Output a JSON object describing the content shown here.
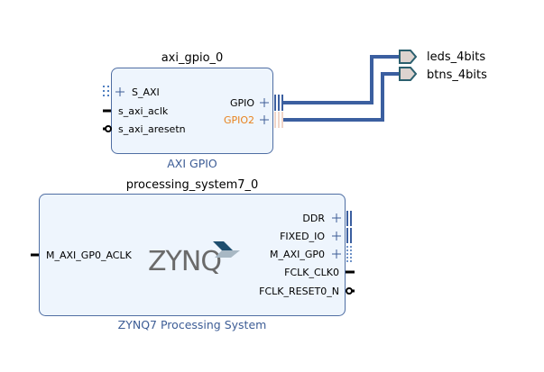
{
  "colors": {
    "block_fill": "#eef5fd",
    "block_border": "#4f6ea3",
    "wire": "#3b5fa0",
    "ip_type_text": "#3d5d96",
    "gpio2_text": "#e8821e",
    "port_fill": "#ddd3cf",
    "port_border": "#2b5f6e"
  },
  "axi_gpio": {
    "instance_name": "axi_gpio_0",
    "ip_type": "AXI GPIO",
    "left_pins": [
      {
        "label": "S_AXI",
        "kind": "interface-slave"
      },
      {
        "label": "s_axi_aclk",
        "kind": "clock"
      },
      {
        "label": "s_axi_aresetn",
        "kind": "reset-active-low"
      }
    ],
    "right_pins": [
      {
        "label": "GPIO",
        "kind": "interface"
      },
      {
        "label": "GPIO2",
        "kind": "interface"
      }
    ]
  },
  "ps7": {
    "instance_name": "processing_system7_0",
    "ip_type": "ZYNQ7 Processing System",
    "logo_text": "ZYNQ",
    "left_pins": [
      {
        "label": "M_AXI_GP0_ACLK",
        "kind": "clock"
      }
    ],
    "right_pins": [
      {
        "label": "DDR",
        "kind": "interface"
      },
      {
        "label": "FIXED_IO",
        "kind": "interface"
      },
      {
        "label": "M_AXI_GP0",
        "kind": "interface-master"
      },
      {
        "label": "FCLK_CLK0",
        "kind": "clock"
      },
      {
        "label": "FCLK_RESET0_N",
        "kind": "reset-active-low"
      }
    ]
  },
  "external_ports": [
    {
      "label": "leds_4bits",
      "connected_to": "GPIO"
    },
    {
      "label": "btns_4bits",
      "connected_to": "GPIO2"
    }
  ]
}
